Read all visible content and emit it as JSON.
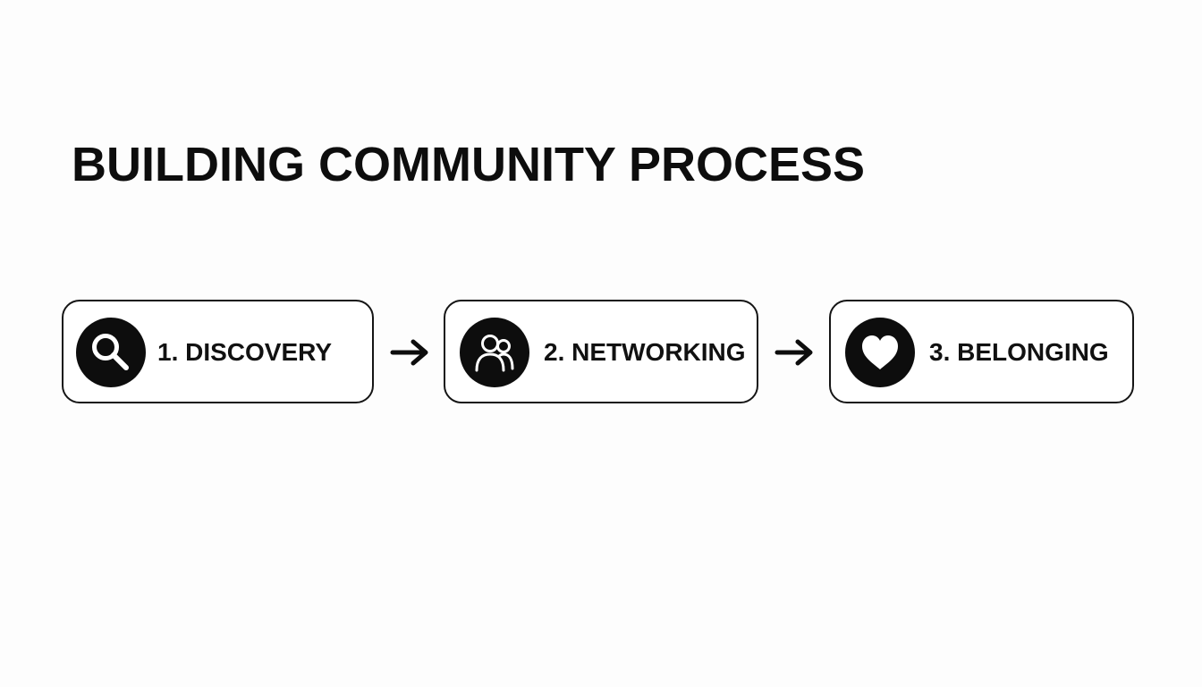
{
  "title": "BUILDING COMMUNITY PROCESS",
  "steps": [
    {
      "label": "1. DISCOVERY",
      "icon": "magnifier-icon"
    },
    {
      "label": "2. NETWORKING",
      "icon": "people-icon"
    },
    {
      "label": "3. BELONGING",
      "icon": "heart-icon"
    }
  ],
  "colors": {
    "background": "#fdfdfd",
    "ink": "#0d0d0d",
    "box_fill": "#ffffff"
  }
}
